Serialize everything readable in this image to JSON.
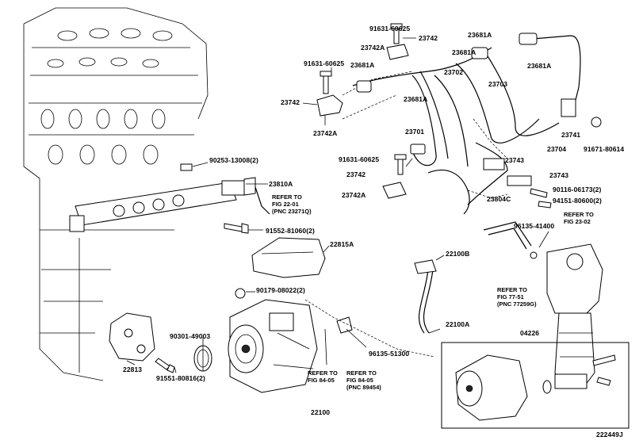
{
  "drawing_id": "222449J",
  "parts": [
    {
      "id": "p1",
      "text": "91631-60625"
    },
    {
      "id": "p2",
      "text": "23742A"
    },
    {
      "id": "p3",
      "text": "23742"
    },
    {
      "id": "p4",
      "text": "23681A"
    },
    {
      "id": "p5",
      "text": "23681A"
    },
    {
      "id": "p6",
      "text": "91631-60625"
    },
    {
      "id": "p7",
      "text": "23681A"
    },
    {
      "id": "p8",
      "text": "23702"
    },
    {
      "id": "p9",
      "text": "23703"
    },
    {
      "id": "p10",
      "text": "23742"
    },
    {
      "id": "p11",
      "text": "23681A"
    },
    {
      "id": "p12",
      "text": "23742A"
    },
    {
      "id": "p13",
      "text": "23741"
    },
    {
      "id": "p14",
      "text": "23701"
    },
    {
      "id": "p15",
      "text": "23704"
    },
    {
      "id": "p16",
      "text": "91671-80614"
    },
    {
      "id": "p17",
      "text": "91631-60625"
    },
    {
      "id": "p18",
      "text": "23743"
    },
    {
      "id": "p19",
      "text": "90253-13008(2)"
    },
    {
      "id": "p20",
      "text": "23742"
    },
    {
      "id": "p21",
      "text": "23743"
    },
    {
      "id": "p22",
      "text": "23810A"
    },
    {
      "id": "p23",
      "text": "23742A"
    },
    {
      "id": "p24",
      "text": "90116-06173(2)"
    },
    {
      "id": "p25",
      "text": "23804C"
    },
    {
      "id": "p26",
      "text": "94151-80600(2)"
    },
    {
      "id": "p27",
      "text": "96135-41400"
    },
    {
      "id": "p28",
      "text": "91552-81060(2)"
    },
    {
      "id": "p29",
      "text": "22815A"
    },
    {
      "id": "p30",
      "text": "22100B"
    },
    {
      "id": "p31",
      "text": "90179-08022(2)"
    },
    {
      "id": "p32",
      "text": "22100A"
    },
    {
      "id": "p33",
      "text": "04226"
    },
    {
      "id": "p34",
      "text": "90301-49003"
    },
    {
      "id": "p35",
      "text": "96135-51300"
    },
    {
      "id": "p36",
      "text": "22813"
    },
    {
      "id": "p37",
      "text": "91551-80816(2)"
    },
    {
      "id": "p38",
      "text": "22100"
    }
  ],
  "refs": [
    {
      "id": "r1",
      "lines": [
        "REFER TO",
        "FIG 22-01",
        "(PNC 23271Q)"
      ]
    },
    {
      "id": "r2",
      "lines": [
        "REFER TO",
        "FIG 23-02"
      ]
    },
    {
      "id": "r3",
      "lines": [
        "REFER TO",
        "FIG 77-51",
        "(PNC 77259G)"
      ]
    },
    {
      "id": "r4",
      "lines": [
        "REFER TO",
        "FIG 84-05"
      ]
    },
    {
      "id": "r5",
      "lines": [
        "REFER TO",
        "FIG 84-05",
        "(PNC 89454)"
      ]
    }
  ]
}
